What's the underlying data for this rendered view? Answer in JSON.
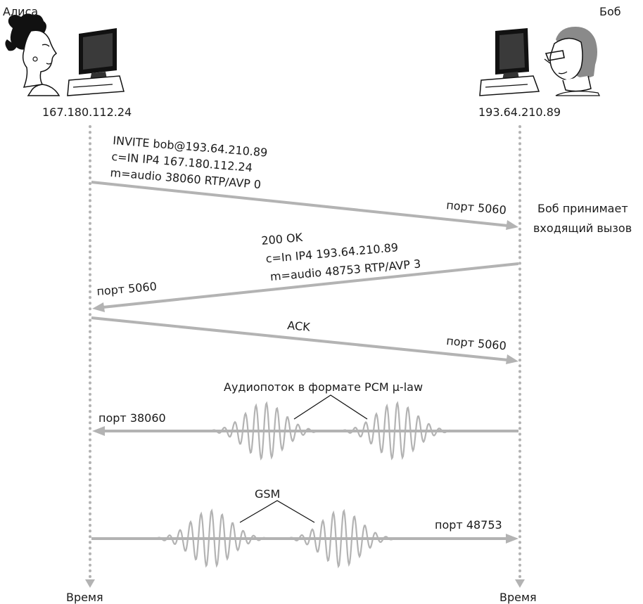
{
  "participants": {
    "alice": {
      "name": "Алиса",
      "ip": "167.180.112.24",
      "time_label": "Время"
    },
    "bob": {
      "name": "Боб",
      "ip": "193.64.210.89",
      "time_label": "Время"
    }
  },
  "invite": {
    "line1": "INVITE bob@193.64.210.89",
    "line2": "c=IN IP4 167.180.112.24",
    "line3": "m=audio 38060 RTP/AVP 0",
    "port": "порт 5060"
  },
  "bob_accepts": {
    "line1": "Боб принимает",
    "line2": "входящий вызов"
  },
  "ok": {
    "line1": "200 OK",
    "line2": "c=In IP4 193.64.210.89",
    "line3": "m=audio 48753 RTP/AVP 3",
    "port": "порт 5060"
  },
  "ack": {
    "label": "ACK",
    "port": "порт 5060"
  },
  "pcm_stream": {
    "label": "Аудиопоток в формате PCM µ-law",
    "port": "порт 38060"
  },
  "gsm_stream": {
    "label": "GSM",
    "port": "порт 48753"
  },
  "colors": {
    "arrow": "#b3b3b3",
    "text": "#1a1a1a",
    "icon_dark": "#111111"
  }
}
